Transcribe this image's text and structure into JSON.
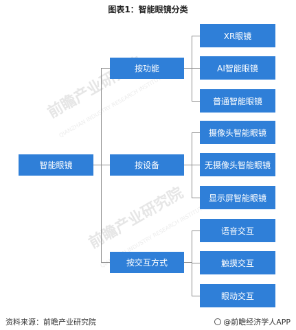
{
  "title": "图表1：智能眼镜分类",
  "root": "智能眼镜",
  "categories": [
    {
      "label": "按功能",
      "items": [
        "XR眼镜",
        "AI智能眼镜",
        "普通智能眼镜"
      ]
    },
    {
      "label": "按设备",
      "items": [
        "摄像头智能眼镜",
        "无摄像头智能眼镜",
        "显示屏智能眼镜"
      ]
    },
    {
      "label": "按交互方式",
      "items": [
        "语音交互",
        "触摸交互",
        "眼动交互"
      ]
    }
  ],
  "footer": {
    "source": "资料来源：前瞻产业研究院",
    "brand": "@前瞻经济学人APP"
  },
  "watermark": {
    "text": "前瞻产业研究院",
    "sub": "QIANZHAN INDUSTRY RESEARCH INSTITUTE"
  },
  "colors": {
    "box": "#2f7fd8",
    "line": "#8c8c8c"
  }
}
